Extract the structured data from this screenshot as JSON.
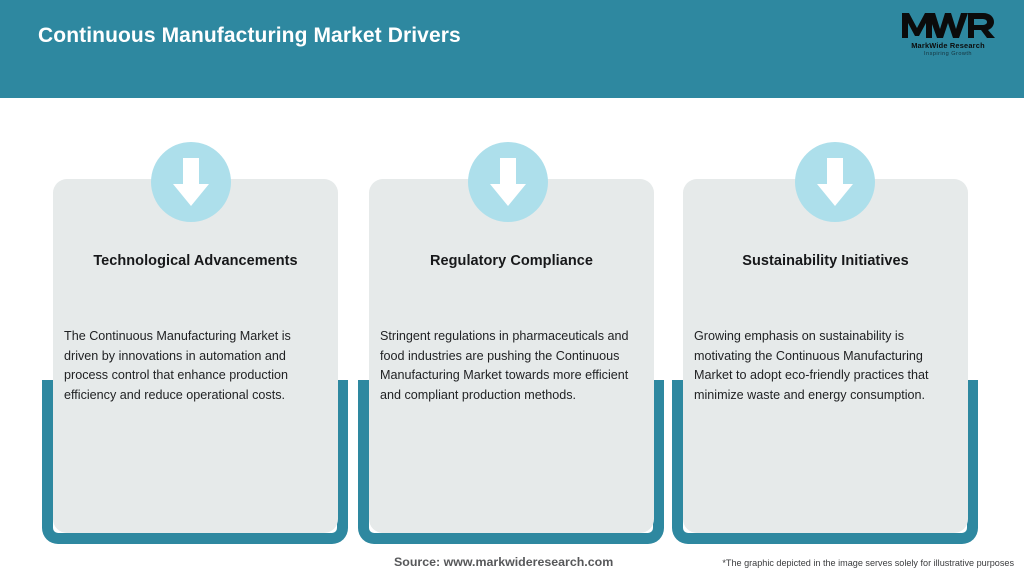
{
  "header": {
    "title": "Continuous Manufacturing Market Drivers",
    "bar_color": "#2e88a0",
    "logo": {
      "mark": "MWR",
      "name": "MarkWide Research",
      "tagline": "Inspiring Growth"
    }
  },
  "theme": {
    "accent_teal": "#2e88a0",
    "card_bg": "#e6eaea",
    "circle_blue": "#addfeb",
    "arrow_color": "#ffffff",
    "title_text": "#17181a",
    "body_text": "#1f2022"
  },
  "cards": [
    {
      "icon": "down-arrow-icon",
      "title": "Technological Advancements",
      "body": "The Continuous Manufacturing Market is driven by innovations in automation and process control that enhance production efficiency and reduce operational costs."
    },
    {
      "icon": "down-arrow-icon",
      "title": "Regulatory Compliance",
      "body": "Stringent regulations in pharmaceuticals and food industries are pushing the Continuous Manufacturing Market towards more efficient and compliant production methods."
    },
    {
      "icon": "down-arrow-icon",
      "title": "Sustainability Initiatives",
      "body": "Growing emphasis on sustainability is motivating the Continuous Manufacturing Market to adopt eco-friendly practices that minimize waste and energy consumption."
    }
  ],
  "footer": {
    "source": "Source: www.markwideresearch.com",
    "disclaimer": "*The graphic depicted in the image serves solely for illustrative purposes"
  }
}
